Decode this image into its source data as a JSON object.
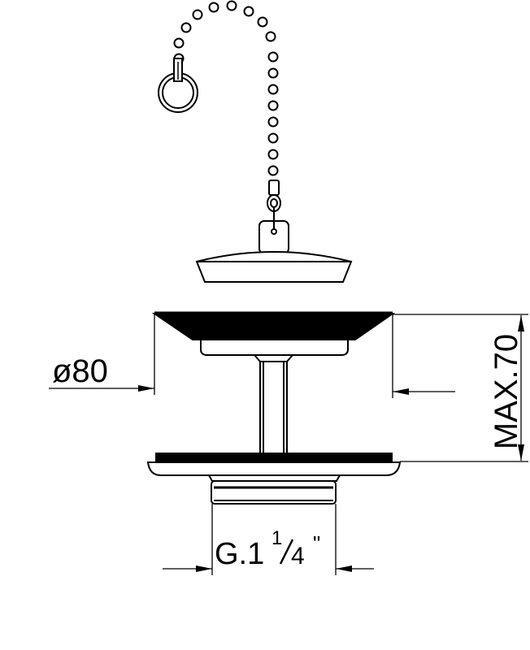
{
  "dimensions": {
    "diameter_label": "ø80",
    "height_label": "MAX.70",
    "thread_label_prefix": "G.1",
    "thread_fraction_numerator": "1",
    "thread_fraction_denominator": "4",
    "thread_label_suffix": "\""
  },
  "colors": {
    "line": "#000000",
    "background": "#ffffff"
  }
}
